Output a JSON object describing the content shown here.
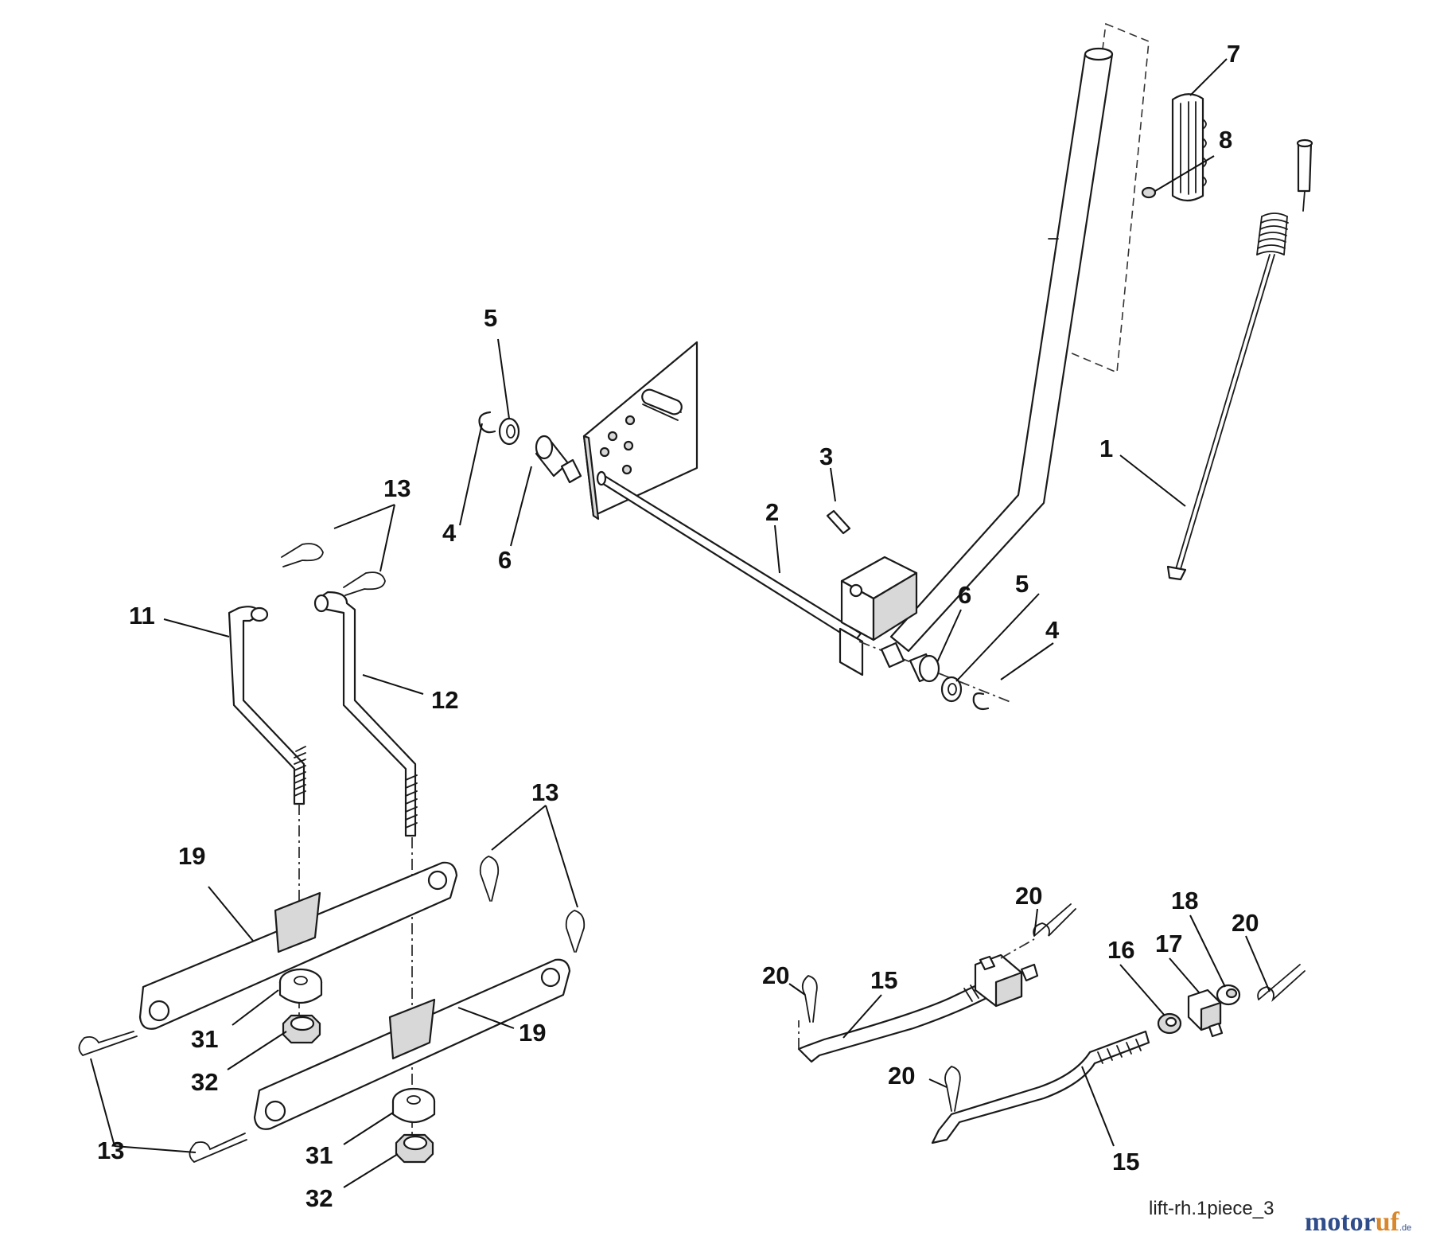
{
  "callouts": {
    "c1": "1",
    "c2": "2",
    "c3": "3",
    "c4a": "4",
    "c4b": "4",
    "c5a": "5",
    "c5b": "5",
    "c6a": "6",
    "c6b": "6",
    "c7": "7",
    "c8": "8",
    "c11": "11",
    "c12": "12",
    "c13a": "13",
    "c13b": "13",
    "c13c": "13",
    "c15a": "15",
    "c15b": "15",
    "c16": "16",
    "c17": "17",
    "c18": "18",
    "c19a": "19",
    "c19b": "19",
    "c20a": "20",
    "c20b": "20",
    "c20c": "20",
    "c20d": "20",
    "c31a": "31",
    "c31b": "31",
    "c32a": "32",
    "c32b": "32"
  },
  "drawing_id": "lift-rh.1piece_3",
  "watermark": {
    "blue": "motor",
    "orange": "uf",
    "suffix": ".de"
  }
}
